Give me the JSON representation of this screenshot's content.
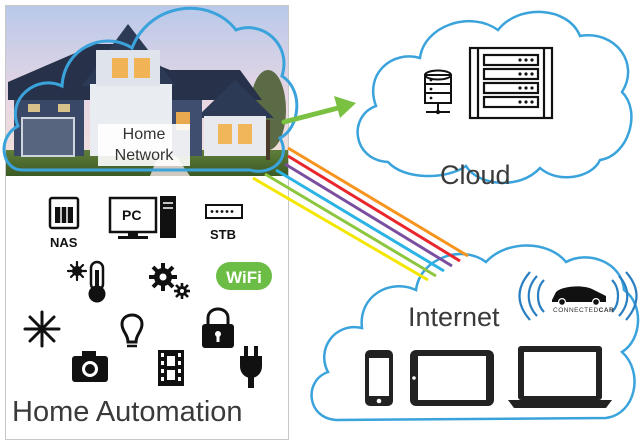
{
  "home_network": {
    "line1": "Home",
    "line2": "Network"
  },
  "home_automation_label": "Home Automation",
  "cloud_label": "Cloud",
  "internet_label": "Internet",
  "devices": {
    "nas": "NAS",
    "pc": "PC",
    "stb": "STB",
    "wifi": "WiFi"
  },
  "connected_car": {
    "part1": "CONNECTED",
    "part2": "CAR"
  },
  "colors": {
    "cloud_outline": "#3aa3dc",
    "arrow": "#7ac142",
    "stripes": [
      "#f3e600",
      "#8dc63f",
      "#2bb3e6",
      "#7b4fa0",
      "#e8262b",
      "#f7941d"
    ],
    "wifi_badge": "#6cbd45",
    "icon": "#111111"
  },
  "icons": [
    "nas-icon",
    "pc-icon",
    "stb-icon",
    "thermometer-icon",
    "gears-icon",
    "wifi-icon",
    "snowflake-icon",
    "lightbulb-icon",
    "lock-icon",
    "camera-icon",
    "film-icon",
    "plug-icon",
    "database-icon",
    "server-rack-icon",
    "car-icon",
    "phone-icon",
    "tablet-icon",
    "laptop-icon"
  ]
}
